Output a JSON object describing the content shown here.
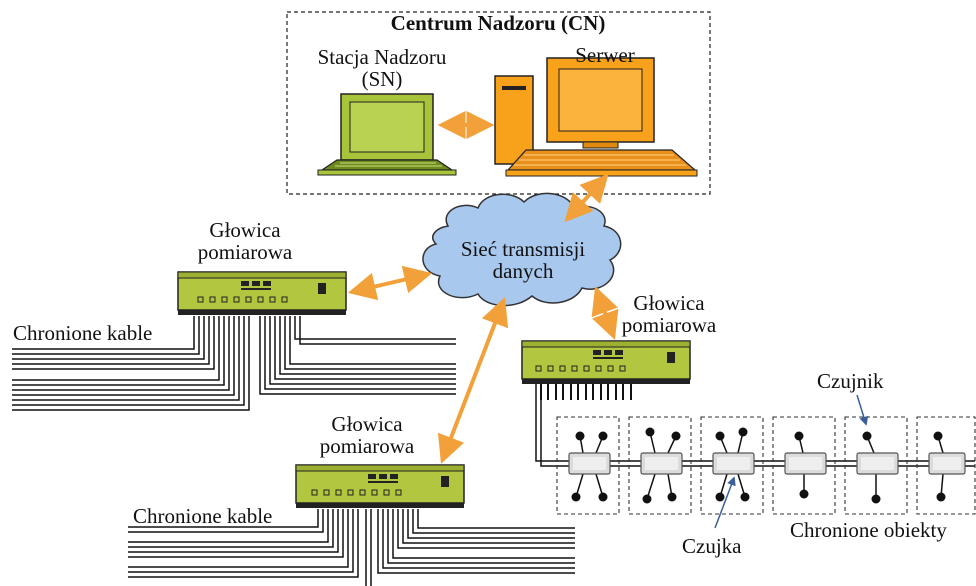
{
  "title": "Centrum Nadzoru (CN)",
  "station_label": "Stacja Nadzoru\n(SN)",
  "server_label": "Serwer",
  "network_label": "Sieć transmisji\ndanych",
  "head_label": "Głowica\npomiarowa",
  "cables_label": "Chronione kable",
  "sensor_label": "Czujnik",
  "detector_label": "Czujka",
  "objects_label": "Chronione obiekty",
  "colors": {
    "laptop_green": "#a8c43a",
    "server_orange": "#f8a21c",
    "arrow_orange": "#f2a13a",
    "cloud_blue": "#a9c8ee",
    "device_green": "#b2c73f",
    "callout_arrow": "#3b5f9a"
  }
}
